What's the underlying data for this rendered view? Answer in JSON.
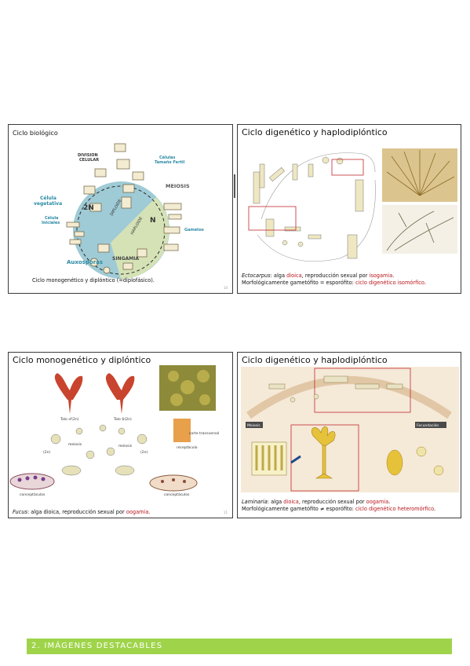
{
  "slides": [
    {
      "title": "Ciclo biológico",
      "labels": {
        "division": [
          "DIVISION",
          "CELULAR"
        ],
        "celulas_tamano": [
          "Células",
          "Tamaño Fertil"
        ],
        "meiosis": "MEIOSIS",
        "celula_vegetativa": [
          "Célula",
          "vegetativa"
        ],
        "two_n": "2N",
        "diploide": "DIPLOIDE",
        "haploide": "HAPLOIDE",
        "n": "N",
        "gametos": "Gametos",
        "celula_iniciales": [
          "Célula",
          "Iniciales"
        ],
        "auxosporas": "Auxosporas",
        "singamia": "SINGAMIA"
      },
      "caption": "Ciclo monogenético y diplóntico (=diplofásico).",
      "page": "10"
    },
    {
      "title": "Ciclo digenético y haplodiplóntico",
      "caption_line1": {
        "genus": "Ectocarpus",
        "text1": ": alga ",
        "red1": "dioica",
        "text2": ", reproducción sexual por ",
        "red2": "isogamia",
        "text3": "."
      },
      "caption_line2": {
        "text1": "Morfológicamente gametófito = esporófito: ",
        "red1": "ciclo digenético isomórfico",
        "text2": "."
      }
    },
    {
      "title": "Ciclo monogenético y diplóntico",
      "labels": {
        "talo_left": "Talo ♂(2n)",
        "talo_right": "Talo ♀(2n)",
        "meiosis": "meiosis",
        "meiosis2": "meiosis",
        "conceptaculos_left": "conceptáculos",
        "conceptaculos_right": "conceptáculos",
        "corte_transversal": "corte transversal",
        "receptaculo": "receptáculo",
        "two_n_left": "(2n)",
        "two_n_right": "(2n)"
      },
      "caption": {
        "genus": "Fucus",
        "text1": ": alga dioica, reproducción sexual por ",
        "red1": "oogamia",
        "text2": "."
      },
      "page": "11"
    },
    {
      "title": "Ciclo digenético y haplodiplóntico",
      "labels": {
        "meiosis": "Meiosis",
        "fecundacion": "Fecundación"
      },
      "caption_line1": {
        "genus": "Laminaria",
        "text1": ": alga ",
        "red1": "dioica",
        "text2": ", reproducción sexual por ",
        "red2": "oogamia",
        "text3": "."
      },
      "caption_line2": {
        "text1": "Morfológicamente gametófito ≠ esporófito: ",
        "red1": "ciclo digenético heteromórfico",
        "text2": "."
      }
    }
  ],
  "footer": {
    "label": "2.  IMÁGENES DESTACABLES"
  },
  "colors": {
    "footer_bar": "#9fd44a",
    "highlight_red": "#b8141b",
    "diploid_blue": "#9fcbd6",
    "haploid_green": "#d5e2b6"
  }
}
